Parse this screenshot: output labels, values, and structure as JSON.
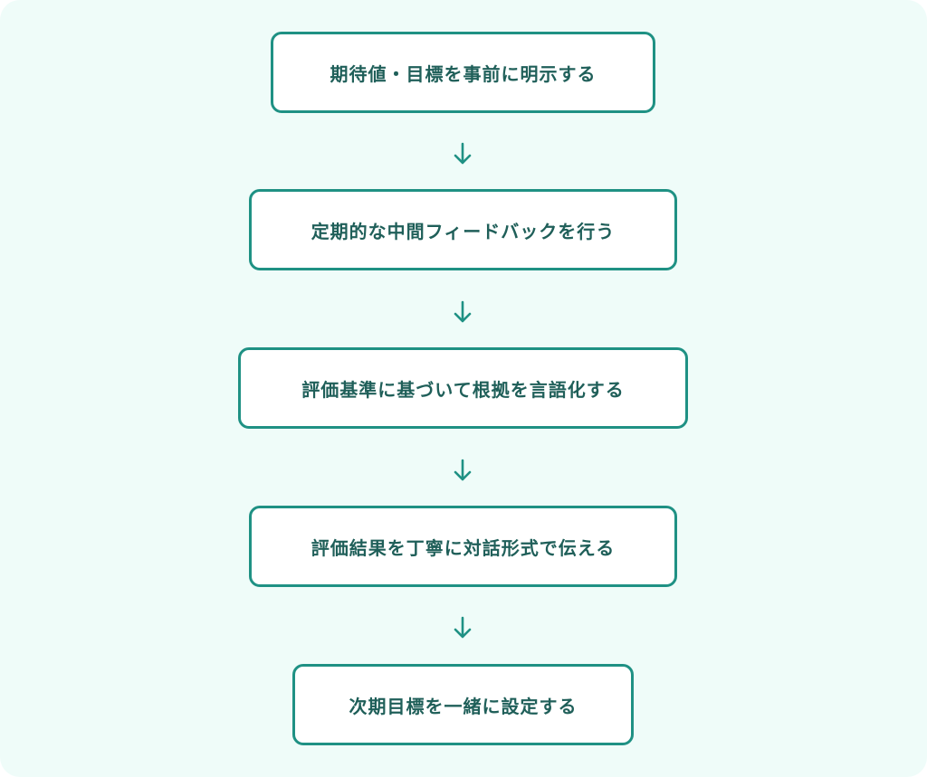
{
  "flow": {
    "steps": [
      {
        "label": "期待値・目標を事前に明示する"
      },
      {
        "label": "定期的な中間フィードバックを行う"
      },
      {
        "label": "評価基準に基づいて根拠を言語化する"
      },
      {
        "label": "評価結果を丁寧に対話形式で伝える"
      },
      {
        "label": "次期目標を一緒に設定する"
      }
    ],
    "arrow_icon": "arrow-down-icon"
  },
  "colors": {
    "background": "#effcf9",
    "box_border": "#1f9184",
    "box_fill": "#ffffff",
    "text": "#1f5f59",
    "arrow": "#1f9184"
  }
}
